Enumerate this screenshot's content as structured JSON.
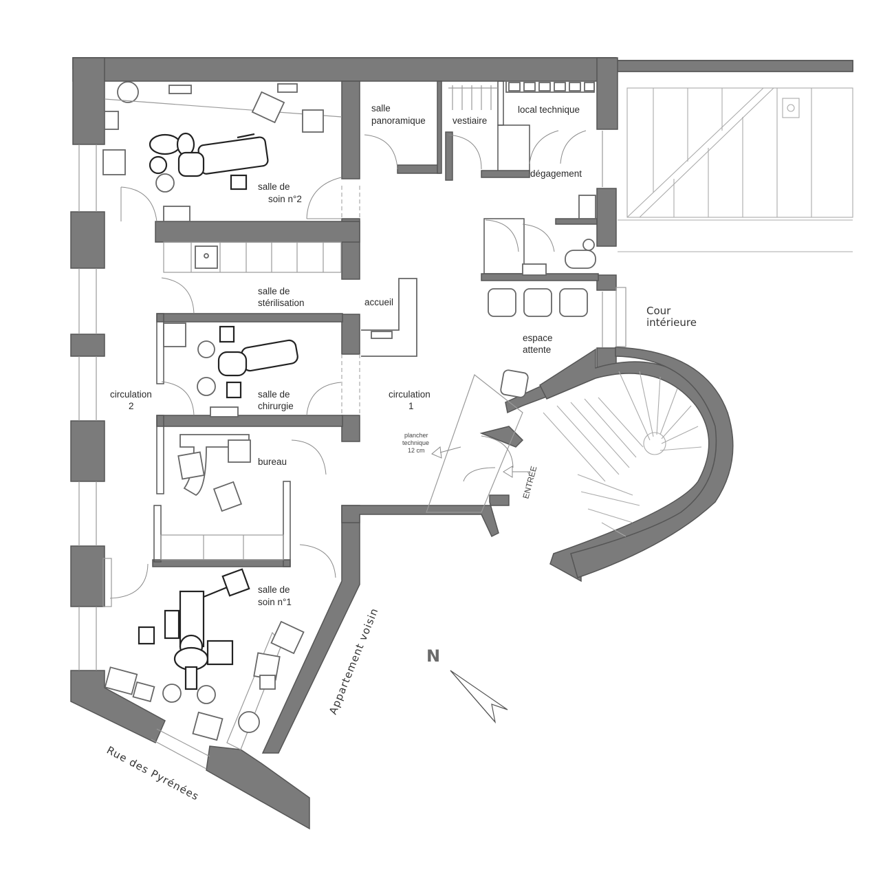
{
  "rooms": {
    "salle_soin_2": [
      "salle de",
      "soin n°2"
    ],
    "salle_panoramique": [
      "salle",
      "panoramique"
    ],
    "vestiaire": "vestiaire",
    "local_technique": "local technique",
    "degagement": "dégagement",
    "salle_sterilisation": [
      "salle de",
      "stérilisation"
    ],
    "accueil": "accueil",
    "espace_attente": [
      "espace",
      "attente"
    ],
    "circulation_2": [
      "circulation",
      "2"
    ],
    "salle_chirurgie": [
      "salle de",
      "chirurgie"
    ],
    "circulation_1": [
      "circulation",
      "1"
    ],
    "bureau": "bureau",
    "salle_soin_1": [
      "salle de",
      "soin n°1"
    ]
  },
  "annotations": {
    "plancher": [
      "plancher",
      "technique",
      "12 cm"
    ],
    "entree": "ENTRÉE",
    "cour": [
      "Cour",
      "intérieure"
    ],
    "rue": "Rue des Pyrénées",
    "voisin": "Appartement voisin",
    "north": "N"
  }
}
